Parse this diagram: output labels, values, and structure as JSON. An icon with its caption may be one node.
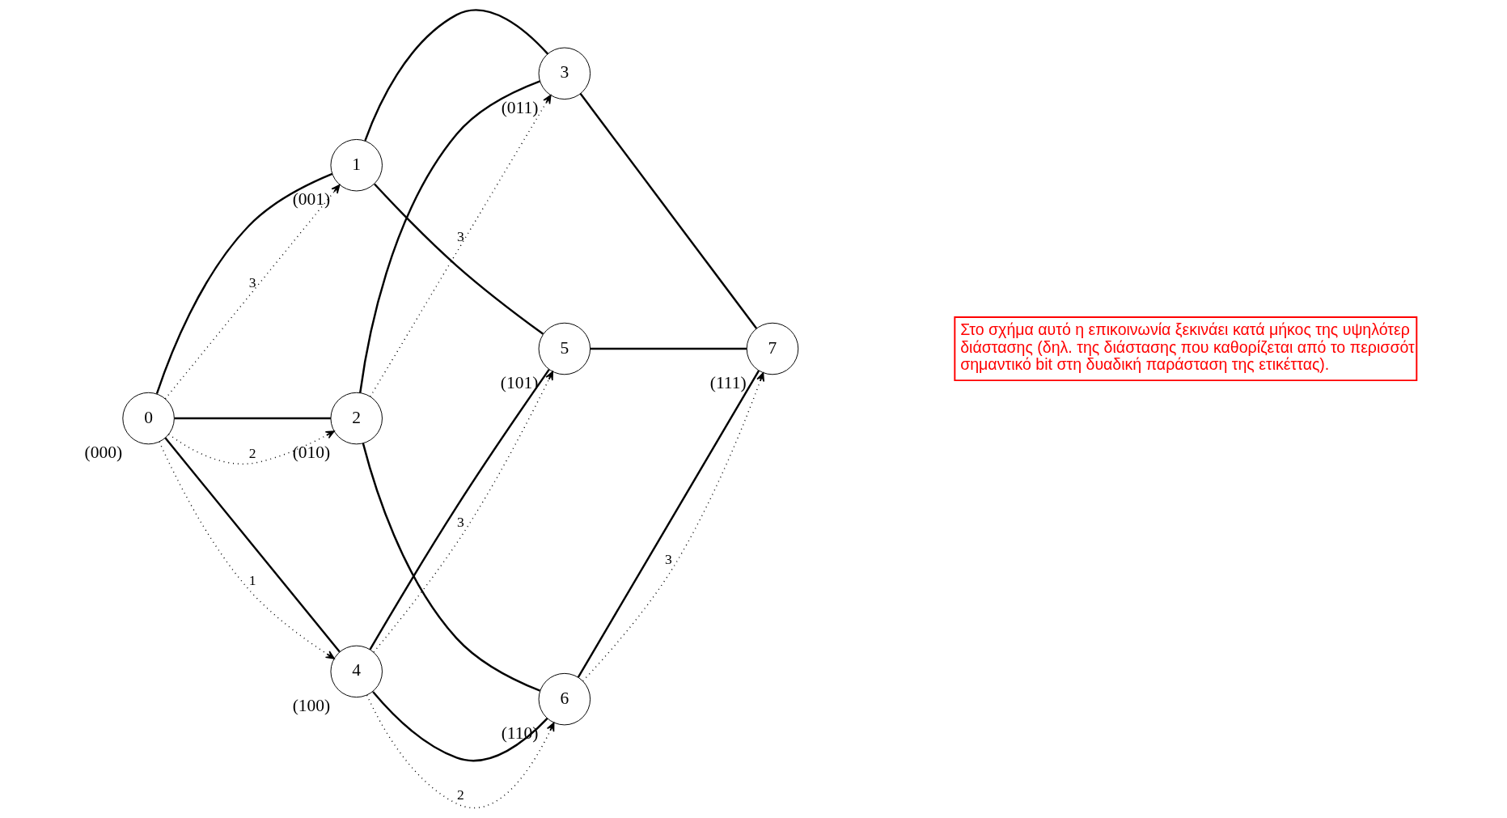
{
  "diagram": {
    "nodes": [
      {
        "text": [
          "0"
        ],
        "beside": [
          "(000)"
        ]
      },
      {
        "text": [
          "1"
        ],
        "beside": [
          "(001)"
        ]
      },
      {
        "text": [
          "2"
        ],
        "beside": [
          "(010)"
        ]
      },
      {
        "text": [
          "3"
        ],
        "beside": [
          "(011)"
        ]
      },
      {
        "text": [
          "4"
        ],
        "beside": [
          "(100)"
        ]
      },
      {
        "text": [
          "5"
        ],
        "beside": [
          "(101)"
        ]
      },
      {
        "text": [
          "6"
        ],
        "beside": [
          "(110)"
        ]
      },
      {
        "text": [
          "7"
        ],
        "beside": [
          "(111)"
        ]
      }
    ],
    "edges": [
      {
        "from": 0,
        "to": 1,
        "arrow": "none"
      },
      {
        "from": 0,
        "to": 2,
        "arrow": "none"
      },
      {
        "from": 0,
        "to": 4,
        "arrow": "none"
      },
      {
        "from": 1,
        "to": 3,
        "arrow": "none"
      },
      {
        "from": 1,
        "to": 5,
        "arrow": "none"
      },
      {
        "from": 2,
        "to": 3,
        "arrow": "none"
      },
      {
        "from": 2,
        "to": 6,
        "arrow": "none"
      },
      {
        "from": 3,
        "to": 7,
        "arrow": "none"
      },
      {
        "from": 4,
        "to": 5,
        "arrow": "none"
      },
      {
        "from": 4,
        "to": 6,
        "arrow": "none"
      },
      {
        "from": 5,
        "to": 7,
        "arrow": "none"
      },
      {
        "from": 6,
        "to": 7,
        "arrow": "none"
      },
      {
        "from": 0,
        "to": 1,
        "arrow": "to",
        "label": "3",
        "style": "dashed"
      },
      {
        "from": 0,
        "to": 2,
        "arrow": "to",
        "label": "2",
        "style": "dashed"
      },
      {
        "from": 0,
        "to": 4,
        "arrow": "to",
        "label": "1",
        "style": "dashed"
      },
      {
        "from": 2,
        "to": 3,
        "arrow": "to",
        "label": "3",
        "style": "dashed"
      },
      {
        "from": 4,
        "to": 5,
        "arrow": "to",
        "label": "3",
        "style": "dashed"
      },
      {
        "from": 4,
        "to": 6,
        "arrow": "to",
        "label": "2",
        "style": "dashed"
      },
      {
        "from": 6,
        "to": 7,
        "arrow": "to",
        "label": "3",
        "style": "dashed"
      }
    ],
    "labels": [
      "Στο σχήμα αυτό η επικοινωνία ξεκινάει κατά μήκος της υψηλότερ διάστασης (δηλ. της διάστασης που καθορίζεται από το περισσότ σημαντικό bit στη δυαδική παράσταση της ετικέττας)."
    ]
  }
}
